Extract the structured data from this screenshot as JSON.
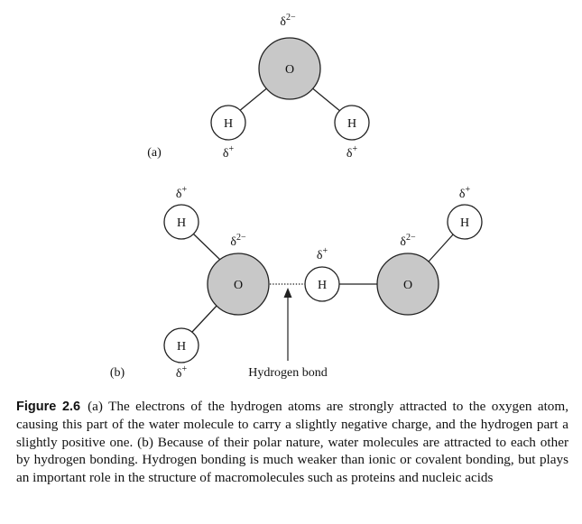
{
  "figure": {
    "part_a_label": "(a)",
    "part_b_label": "(b)",
    "oxygen_symbol": "O",
    "hydrogen_symbol": "H",
    "delta_plus": "δ+",
    "delta_minus_2": "δ2−",
    "hydrogen_bond_label": "Hydrogen bond",
    "colors": {
      "oxygen_fill": "#c8c8c8",
      "hydrogen_fill": "#ffffff",
      "stroke": "#222222"
    }
  },
  "caption": {
    "figure_number": "Figure 2.6",
    "text": "(a) The electrons of the hydrogen atoms are strongly attracted to the oxygen atom, causing this part of the water molecule to carry a slightly negative charge, and the hydrogen part a slightly positive one. (b) Because of their polar nature, water molecules are attracted to each other by hydrogen bonding. Hydrogen bonding is much weaker than ionic or covalent bonding, but plays an important role in the structure of macromolecules such as proteins and nucleic acids"
  }
}
